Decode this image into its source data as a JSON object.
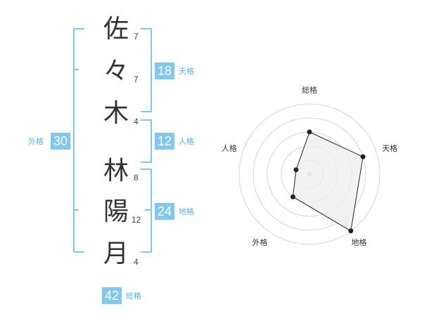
{
  "name": {
    "characters": [
      {
        "char": "佐",
        "strokes": "7"
      },
      {
        "char": "々",
        "strokes": "7"
      },
      {
        "char": "木",
        "strokes": "4"
      },
      {
        "char": "林",
        "strokes": "8"
      },
      {
        "char": "陽",
        "strokes": "12"
      },
      {
        "char": "月",
        "strokes": "4"
      }
    ]
  },
  "scores": {
    "tenkaku": {
      "label": "天格",
      "value": "18"
    },
    "jinkaku": {
      "label": "人格",
      "value": "12"
    },
    "chikaku": {
      "label": "地格",
      "value": "24"
    },
    "gaikaku": {
      "label": "外格",
      "value": "30"
    },
    "soukaku": {
      "label": "総格",
      "value": "42"
    }
  },
  "colors": {
    "accent": "#80c8ef",
    "label": "#5ab3e4",
    "text": "#333333",
    "radar_fill": "#eeeeee",
    "radar_ring": "#cccccc"
  },
  "chart_data": {
    "type": "radar",
    "axes": [
      "総格",
      "天格",
      "地格",
      "外格",
      "人格"
    ],
    "series": [
      {
        "values": [
          3,
          4,
          5,
          2,
          1
        ]
      }
    ],
    "rmax": 5,
    "rings": 5
  }
}
